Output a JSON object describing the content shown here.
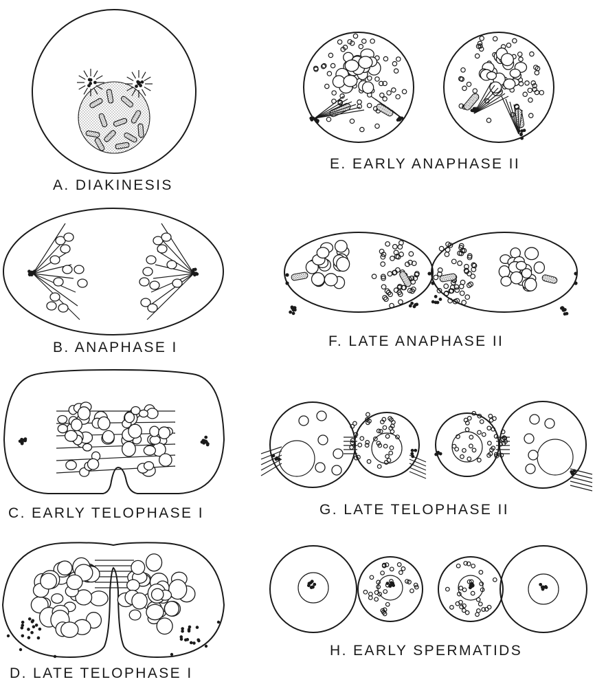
{
  "panels": {
    "A": {
      "label": "A. DIAKINESIS"
    },
    "B": {
      "label": "B. ANAPHASE I"
    },
    "C": {
      "label": "C. EARLY   TELOPHASE I"
    },
    "D": {
      "label": "D. LATE   TELOPHASE I"
    },
    "E": {
      "label": "E. EARLY  ANAPHASE II"
    },
    "F": {
      "label": "F. LATE  ANAPHASE II"
    },
    "G": {
      "label": "G. LATE  TELOPHASE II"
    },
    "H": {
      "label": "H. EARLY  SPERMATIDS"
    }
  },
  "colors": {
    "ink": "#1a1a1a",
    "paper": "#ffffff"
  }
}
